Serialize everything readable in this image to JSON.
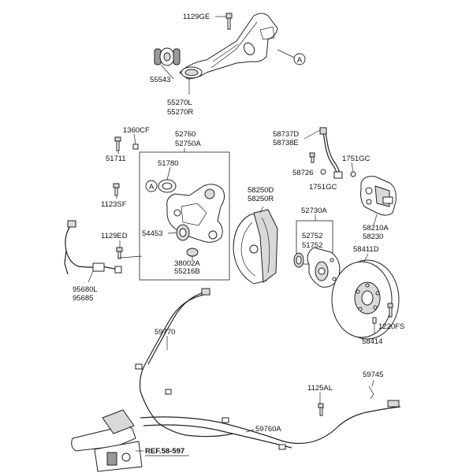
{
  "labels": {
    "l1129GE": "1129GE",
    "l55543": "55543",
    "l55270L": "55270L",
    "l55270R": "55270R",
    "l1360CF": "1360CF",
    "l51711": "51711",
    "l52760": "52760",
    "l52750A": "52750A",
    "l51780": "51780",
    "l1123SF": "1123SF",
    "l1129ED": "1129ED",
    "l54453": "54453",
    "l38002A": "38002A",
    "l55216B": "55216B",
    "l95680L": "95680L",
    "l95685": "95685",
    "l58737D": "58737D",
    "l58738E": "58738E",
    "l1751GC_a": "1751GC",
    "l58726": "58726",
    "l1751GC_b": "1751GC",
    "l58250D": "58250D",
    "l58250R": "58250R",
    "l52730A": "52730A",
    "l52752": "52752",
    "l51752": "51752",
    "l58210A": "58210A",
    "l58230": "58230",
    "l58411D": "58411D",
    "l1220FS": "1220FS",
    "l58414": "58414",
    "l59770": "59770",
    "l59745": "59745",
    "l1125AL": "1125AL",
    "l59760A": "59760A",
    "ref": "REF.58-597"
  },
  "callouts": {
    "a1": "A",
    "a2": "A"
  }
}
